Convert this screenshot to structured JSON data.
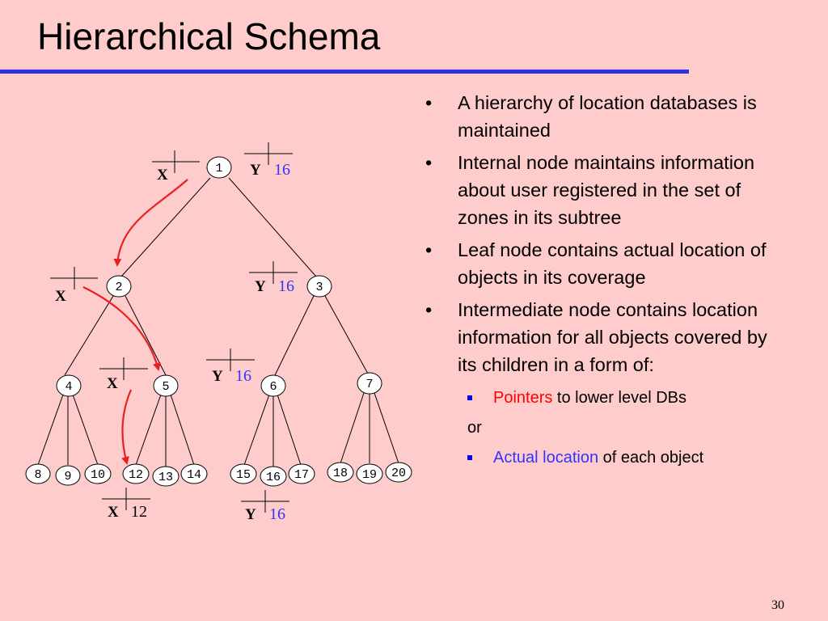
{
  "title": "Hierarchical Schema",
  "page_number": "30",
  "bullets": [
    "A hierarchy of location databases is maintained",
    "Internal node maintains information about user registered in the set of zones in its subtree",
    "Leaf node contains actual location of objects in its coverage",
    "Intermediate node contains location information for all objects covered by its children in a form of:"
  ],
  "sub_bullets": [
    {
      "highlight": "Pointers",
      "rest": " to lower level DBs",
      "color": "#ff0000"
    },
    {
      "highlight": "Actual location",
      "rest": " of each object",
      "color": "#3333ff"
    }
  ],
  "or_text": "or",
  "tree": {
    "nodes": [
      "1",
      "2",
      "3",
      "4",
      "5",
      "6",
      "7",
      "8",
      "9",
      "10",
      "12",
      "13",
      "14",
      "15",
      "16",
      "17",
      "18",
      "19",
      "20"
    ],
    "entries": [
      {
        "user": "X",
        "value": ""
      },
      {
        "user": "Y",
        "value": "16"
      },
      {
        "user": "X",
        "value": ""
      },
      {
        "user": "Y",
        "value": "16"
      },
      {
        "user": "X",
        "value": ""
      },
      {
        "user": "Y",
        "value": "16"
      },
      {
        "user": "X",
        "value": "12"
      },
      {
        "user": "Y",
        "value": "16"
      }
    ]
  },
  "colors": {
    "rule": "#2f2fe6",
    "arrow": "#e82020",
    "value": "#3333ff"
  }
}
